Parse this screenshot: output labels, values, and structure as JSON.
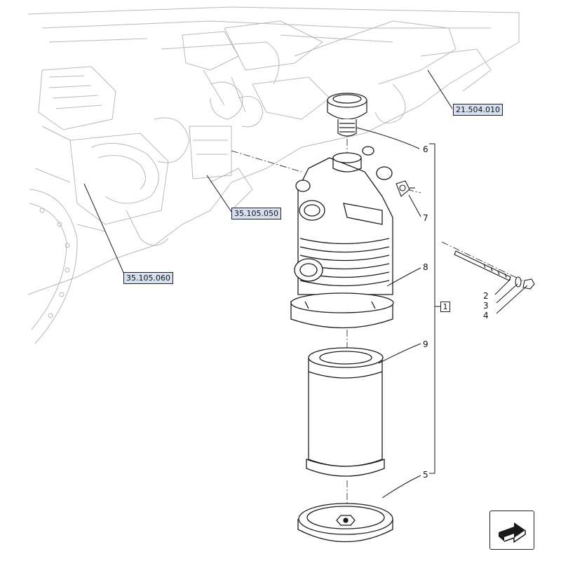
{
  "references": [
    {
      "id": "ref-21-504-010",
      "label": "21.504.010"
    },
    {
      "id": "ref-35-105-050",
      "label": "35.105.050"
    },
    {
      "id": "ref-35-105-060",
      "label": "35.105.060"
    }
  ],
  "callouts": [
    {
      "id": "callout-6",
      "label": "6"
    },
    {
      "id": "callout-7",
      "label": "7"
    },
    {
      "id": "callout-8",
      "label": "8"
    },
    {
      "id": "callout-9",
      "label": "9"
    },
    {
      "id": "callout-5",
      "label": "5"
    },
    {
      "id": "callout-2",
      "label": "2"
    },
    {
      "id": "callout-3",
      "label": "3"
    },
    {
      "id": "callout-4",
      "label": "4"
    }
  ],
  "assembly_label": "1",
  "nav_icon": "next-page-arrow-icon",
  "colors": {
    "line": "#1a1a1a",
    "ghost": "#b8b8b8",
    "ref_fill": "#d6e0f0"
  }
}
